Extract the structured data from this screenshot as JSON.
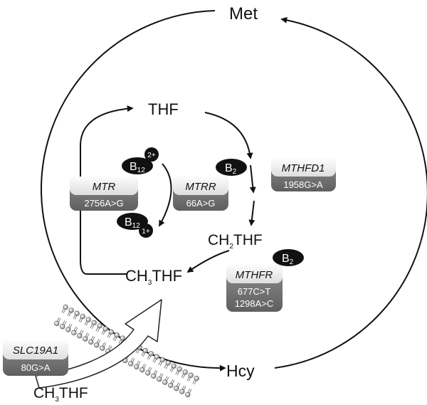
{
  "metabolites": {
    "met": "Met",
    "hcy": "Hcy",
    "thf": "THF",
    "ch2thf": {
      "main": "CH",
      "sub": "2",
      "rest": "THF"
    },
    "ch3thf": {
      "main": "CH",
      "sub": "3",
      "rest": "THF"
    },
    "ch3thf_external": {
      "main": "CH",
      "sub": "3",
      "rest": "THF"
    }
  },
  "genes": {
    "mtr": {
      "name": "MTR",
      "variants": [
        "2756A>G"
      ]
    },
    "mtrr": {
      "name": "MTRR",
      "variants": [
        "66A>G"
      ]
    },
    "mthfd1": {
      "name": "MTHFD1",
      "variants": [
        "1958G>A"
      ]
    },
    "mthfr": {
      "name": "MTHFR",
      "variants": [
        "677C>T",
        "1298A>C"
      ]
    },
    "slc19a1": {
      "name": "SLC19A1",
      "variants": [
        "80G>A"
      ]
    }
  },
  "cofactors": {
    "b12_top": {
      "main": "B",
      "sub": "12",
      "charge": "2+"
    },
    "b12_bottom": {
      "main": "B",
      "sub": "12",
      "charge": "1+"
    },
    "b2_mtrr": {
      "main": "B",
      "sub": "2"
    },
    "b2_mthfr": {
      "main": "B",
      "sub": "2"
    }
  },
  "colors": {
    "ink": "#111111",
    "gene_top": "#f4f4f4",
    "gene_bottom": "#7d7d7d",
    "cofactor": "#111111"
  }
}
